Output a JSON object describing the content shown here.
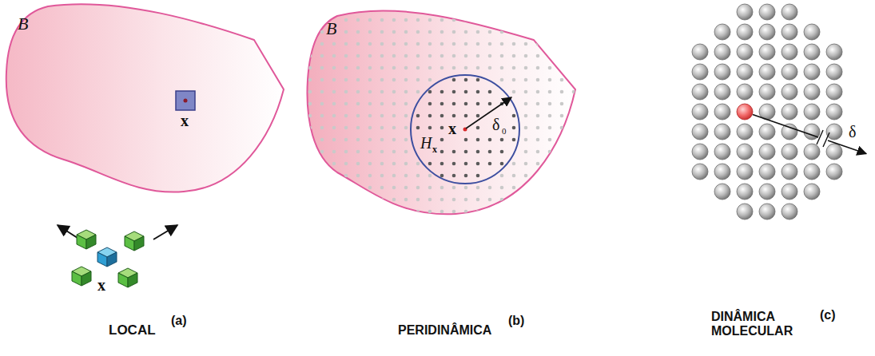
{
  "diagram": {
    "labels": [
      "B",
      "x",
      "x",
      "LOCAL",
      "(a)",
      "B",
      "x",
      "δ",
      "0",
      "H",
      "x",
      "PERIDINÂMICA",
      "(b)",
      "δ",
      "DINÂMICA MOLECULAR",
      "(c)"
    ]
  }
}
